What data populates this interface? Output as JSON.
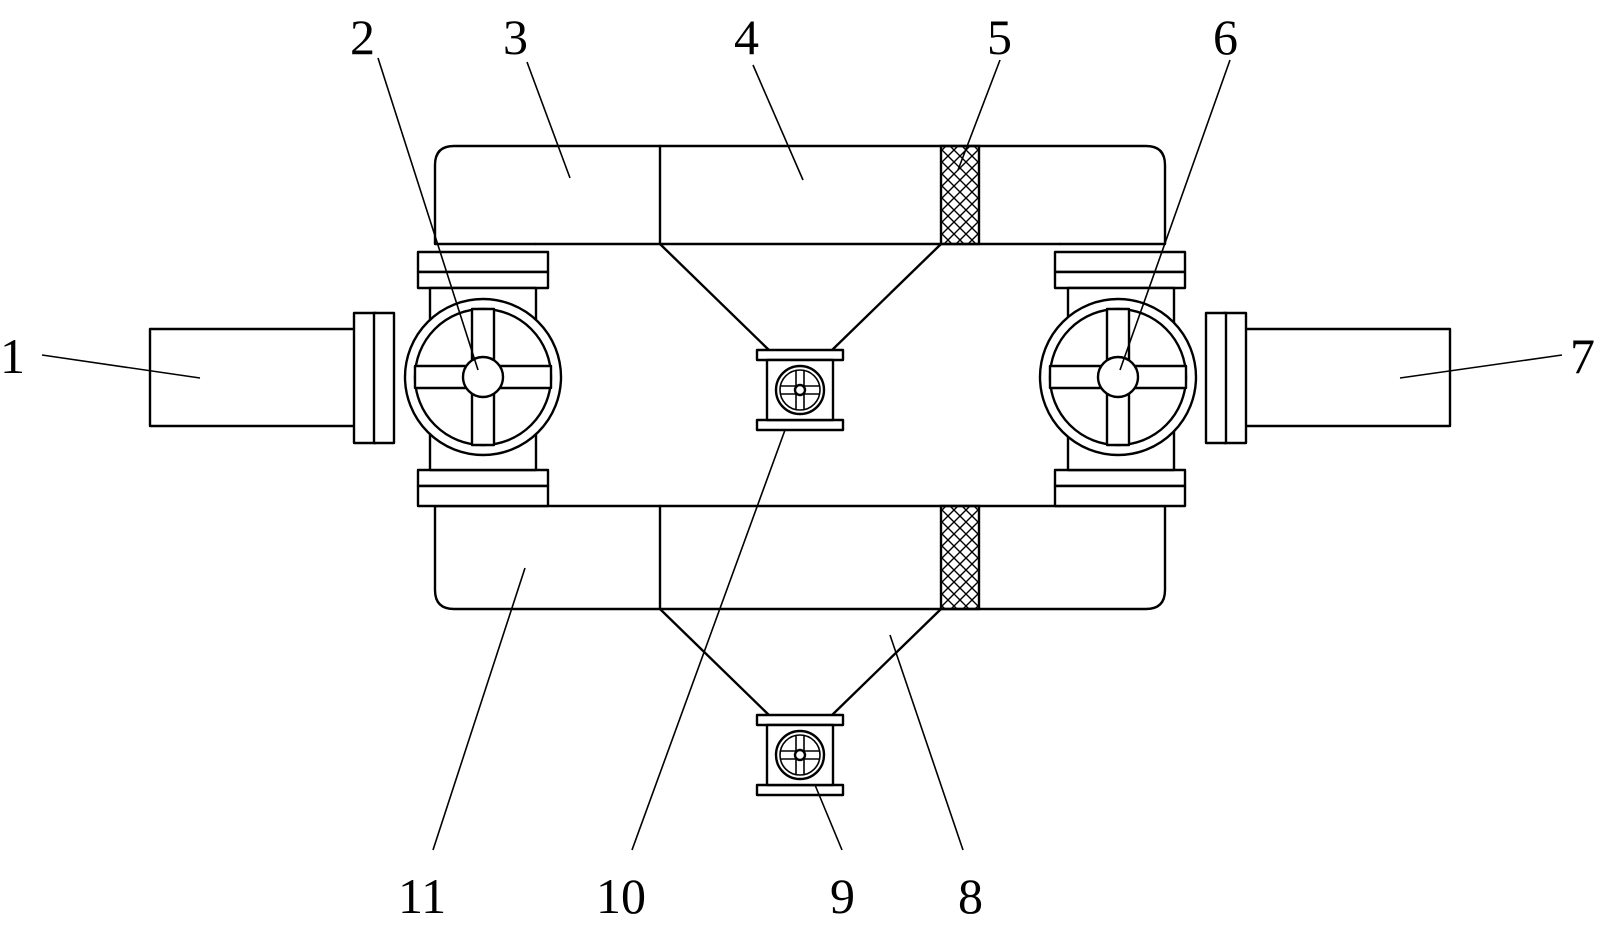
{
  "labels": {
    "l1": "1",
    "l2": "2",
    "l3": "3",
    "l4": "4",
    "l5": "5",
    "l6": "6",
    "l7": "7",
    "l8": "8",
    "l9": "9",
    "l10": "10",
    "l11": "11"
  },
  "colors": {
    "line": "#000000",
    "background": "#ffffff"
  }
}
